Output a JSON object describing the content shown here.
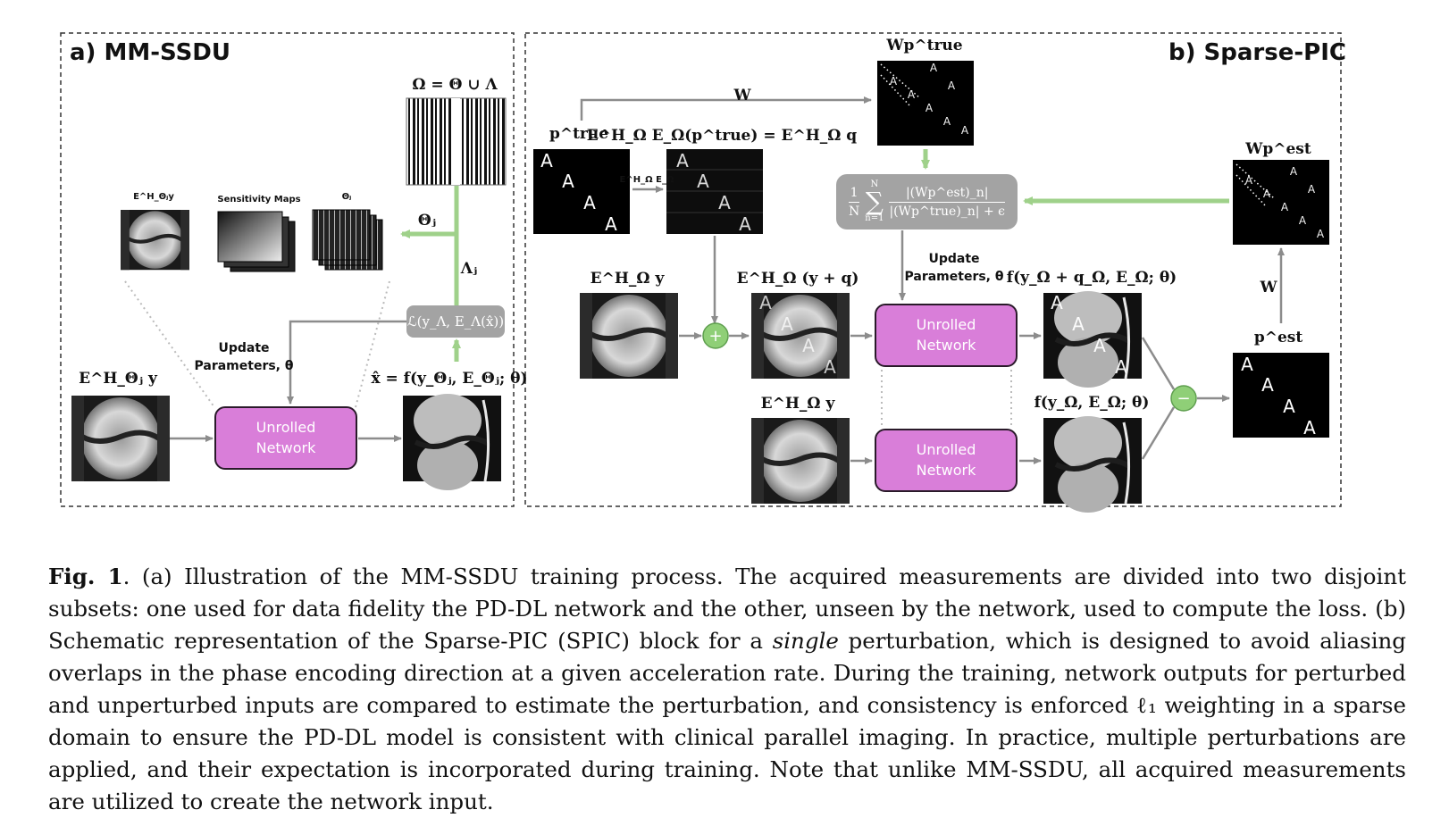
{
  "panels": {
    "a_title": "a) MM-SSDU",
    "b_title": "b) Sparse-PIC"
  },
  "labels": {
    "omega_eq": "Ω = Θ ∪ Λ",
    "theta_j": "Θⱼ",
    "lambda_j": "Λⱼ",
    "loss": "ℒ(y_Λ, E_Λ(x̂))",
    "x_hat": "x̂ = f(y_Θⱼ, E_Θⱼ; θ)",
    "e_theta_y": "E^H_Θⱼ y",
    "sens_e_theta_y": "E^H_Θⱼy",
    "sens_maps": "Sensitivity Maps",
    "sens_theta": "Θⱼ",
    "update_a": [
      "Update",
      "Parameters, θ"
    ],
    "update_b": [
      "Update",
      "Parameters, θ"
    ],
    "unrolled_network": [
      "Unrolled",
      "Network"
    ],
    "w": "W",
    "p_true": "p^true",
    "wp_true": "Wp^true",
    "wp_est": "Wp^est",
    "p_est": "p^est",
    "ee_ptrue": "E^H_Ω E_Ω(p^true) = E^H_Ω q",
    "ee_small": "E^H_Ω E_Ω",
    "e_omega_y_top": "E^H_Ω y",
    "e_omega_y_q": "E^H_Ω (y + q)",
    "e_omega_y_bottom": "E^H_Ω y",
    "f_perturbed": "f(y_Ω + q_Ω, E_Ω; θ)",
    "f_unperturbed": "f(y_Ω, E_Ω; θ)",
    "consistency": {
      "lhs": "1",
      "lhs_den": "N",
      "sum_top": "N",
      "sum_bottom": "n=1",
      "num": "|(Wp^est)_n|",
      "den": "|(Wp^true)_n| + ϵ"
    },
    "letter_a": "A"
  },
  "caption": {
    "fig_label": "Fig. 1",
    "part1": ". (a) Illustration of the MM-SSDU training process. The acquired measurements are divided into two disjoint subsets: one used for data fidelity the PD-DL network and the other, unseen by the network, used to compute the loss. (b) Schematic representation of the Sparse-PIC (SPIC) block for a ",
    "italic": "single",
    "part2": " perturbation, which is designed to avoid aliasing overlaps in the phase encoding direction at a given acceleration rate. During the training, network outputs for perturbed and unperturbed inputs are compared to estimate the perturbation, and consistency is enforced ℓ₁ weighting in a sparse domain to ensure the PD-DL model is consistent with clinical parallel imaging. In practice, multiple perturbations are applied, and their expectation is incorporated during training. Note that unlike MM-SSDU, all acquired measurements are utilized to create the network input."
  },
  "colors": {
    "network_fill": "#d97ed9",
    "green_arrow": "#9fd18a",
    "gray_arrow": "#8c8c8c",
    "gray_box": "#a3a3a3",
    "blue_box": "#7f9fe0"
  }
}
